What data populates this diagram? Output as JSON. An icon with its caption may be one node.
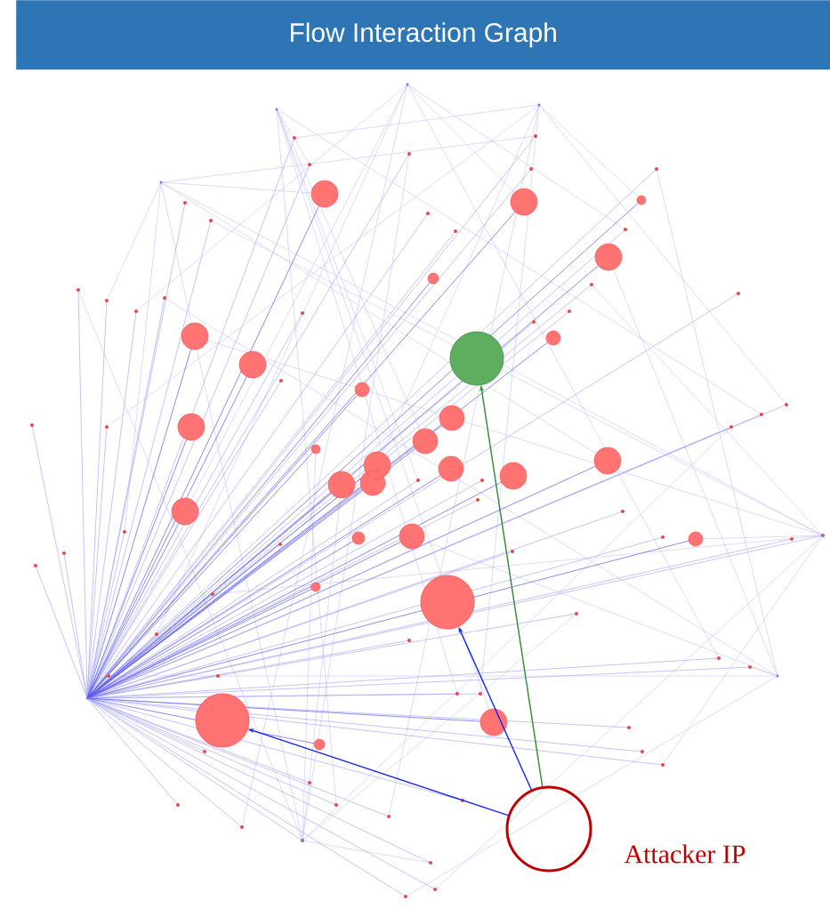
{
  "diagram": {
    "title": "Flow Interaction Graph",
    "nodes": [
      {
        "text": [],
        "shape": "circle",
        "beside": [
          "Attacker IP"
        ]
      },
      {
        "text": [],
        "shape": "circle"
      },
      {
        "text": [],
        "shape": "circle"
      },
      {
        "text": [],
        "shape": "circle"
      }
    ],
    "edges": [
      {
        "from": 0,
        "to": 1,
        "arrow": "to"
      },
      {
        "from": 0,
        "to": 2,
        "arrow": "to"
      },
      {
        "from": 0,
        "to": 3,
        "arrow": "to",
        "color": "#2e8b2e"
      }
    ]
  }
}
